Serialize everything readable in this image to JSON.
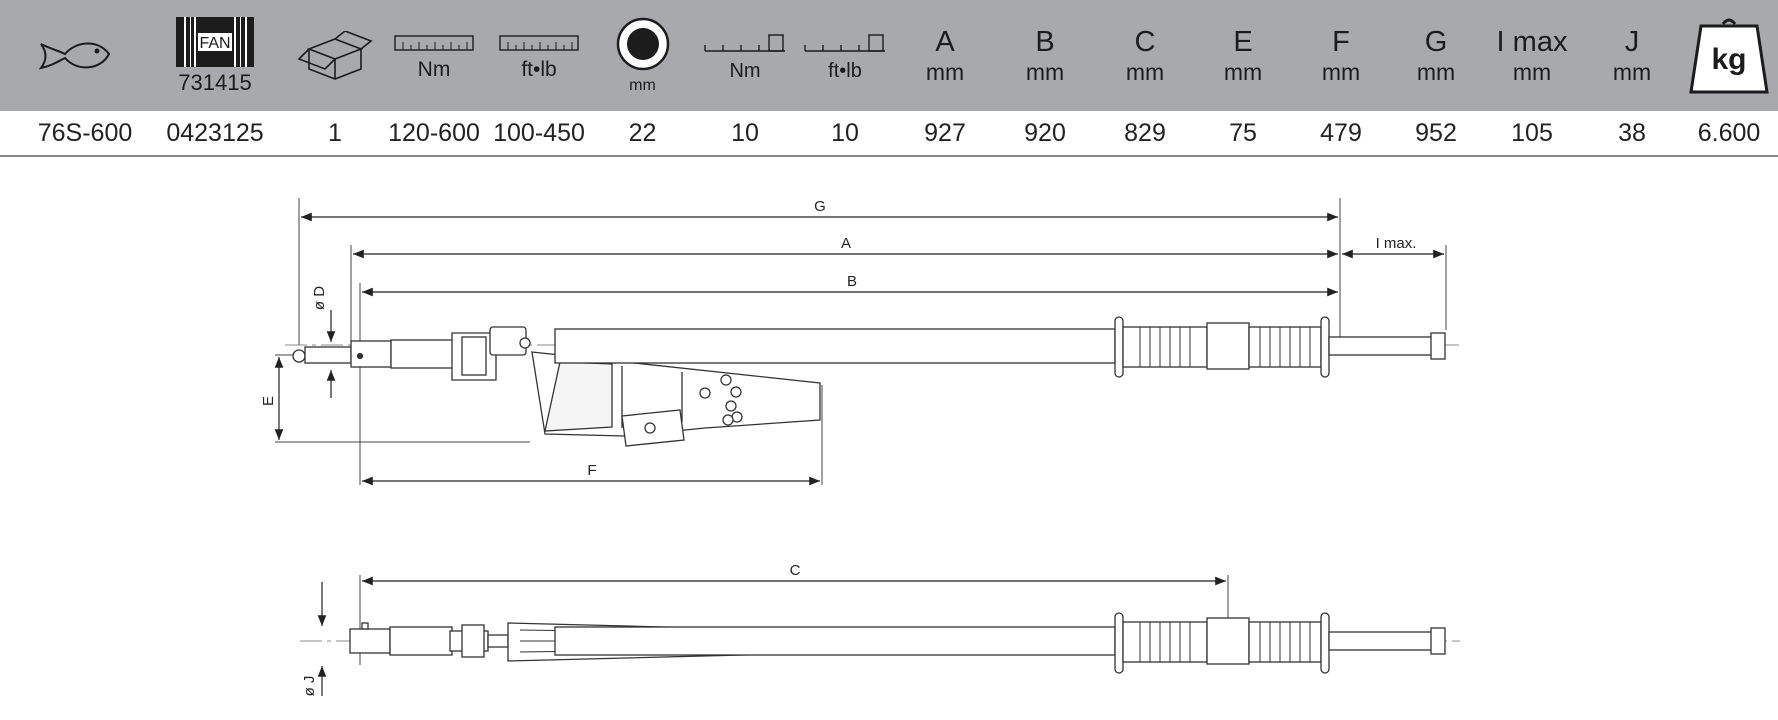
{
  "header": {
    "fan_label": "FAN",
    "fan_code": "731415",
    "nm_label": "Nm",
    "ftlb_label": "ft•lb",
    "square_unit": "mm",
    "nm_div_label": "Nm",
    "ftlb_div_label": "ft•lb",
    "columns": [
      {
        "letter": "A",
        "unit": "mm"
      },
      {
        "letter": "B",
        "unit": "mm"
      },
      {
        "letter": "C",
        "unit": "mm"
      },
      {
        "letter": "E",
        "unit": "mm"
      },
      {
        "letter": "F",
        "unit": "mm"
      },
      {
        "letter": "G",
        "unit": "mm"
      },
      {
        "letter": "I max",
        "unit": "mm"
      },
      {
        "letter": "J",
        "unit": "mm"
      }
    ],
    "weight_label": "kg"
  },
  "row": {
    "code": "76S-600",
    "ean": "0423125",
    "qty": "1",
    "range_nm": "120-600",
    "range_ftlb": "100-450",
    "square": "22",
    "div_nm": "10",
    "div_ftlb": "10",
    "a": "927",
    "b": "920",
    "c": "829",
    "e": "75",
    "f": "479",
    "g": "952",
    "imax": "105",
    "j": "38",
    "weight": "6.600"
  },
  "drawing": {
    "g": "G",
    "a": "A",
    "b": "B",
    "imax": "I max.",
    "d": "ø D",
    "e": "E",
    "f": "F",
    "c": "C",
    "j": "ø J"
  }
}
